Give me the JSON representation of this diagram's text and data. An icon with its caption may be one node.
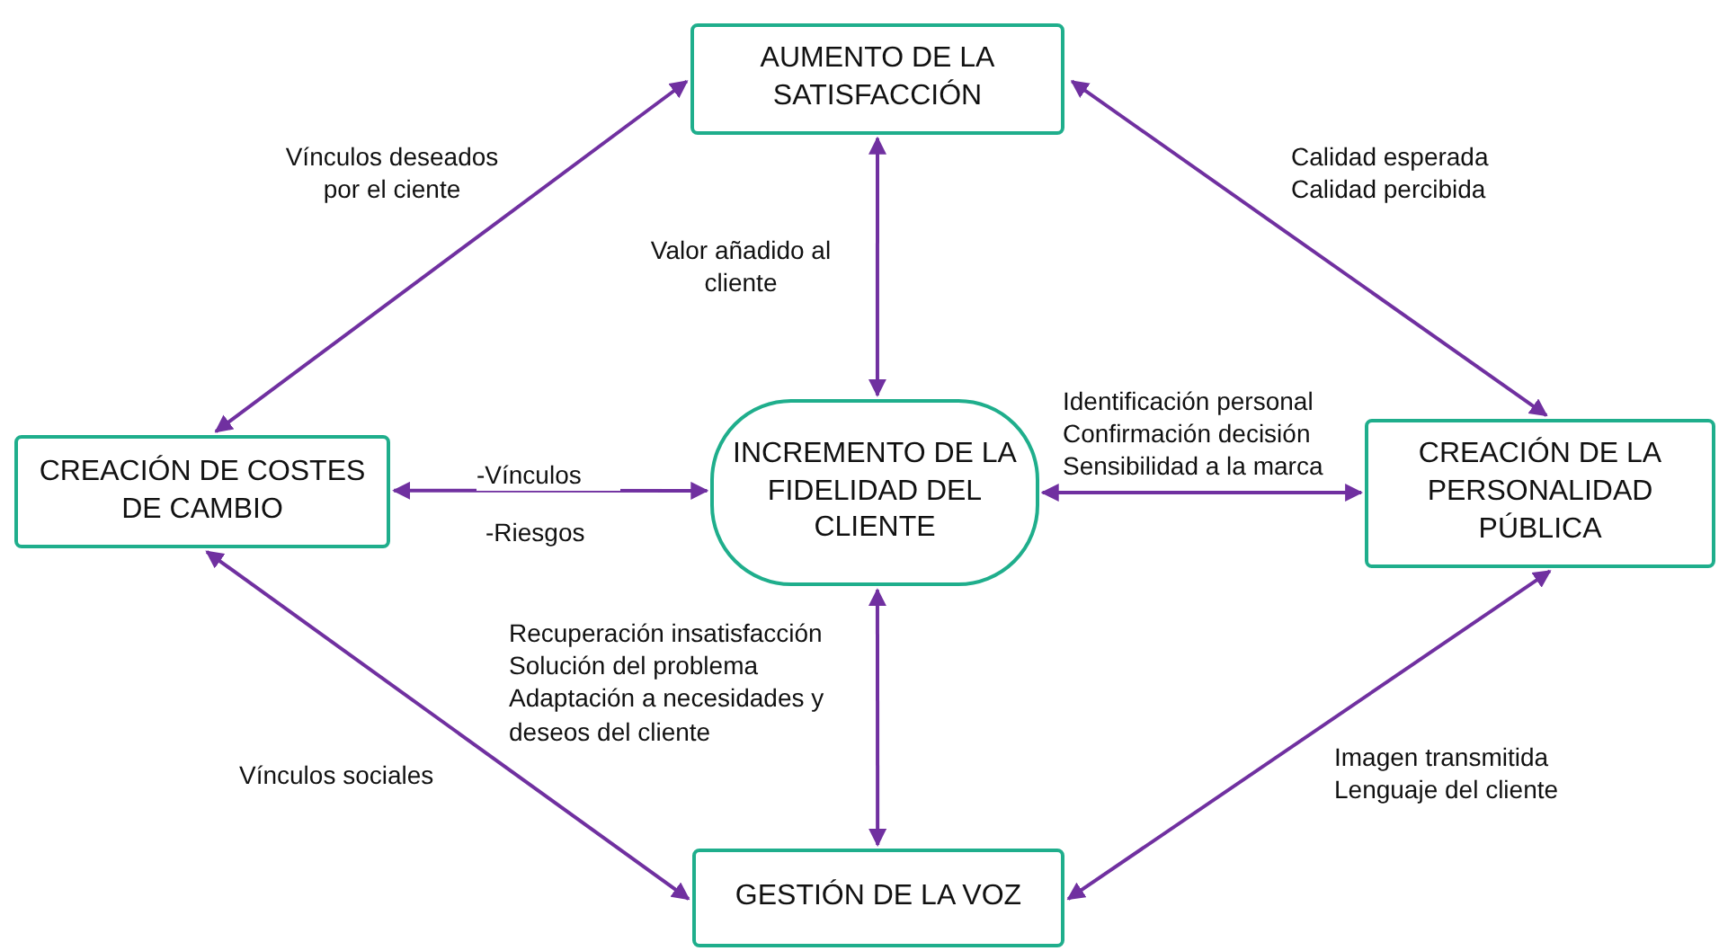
{
  "diagram": {
    "nodes": [
      {
        "text": [
          "AUMENTO DE LA SATISFACCIÓN"
        ]
      },
      {
        "text": [
          "CREACIÓN DE COSTES DE CAMBIO"
        ]
      },
      {
        "text": [
          "INCREMENTO DE LA FIDELIDAD DEL CLIENTE"
        ]
      },
      {
        "text": [
          "CREACIÓN DE LA PERSONALIDAD PÚBLICA"
        ]
      },
      {
        "text": [
          "GESTIÓN DE LA VOZ"
        ]
      }
    ],
    "edges": [
      {
        "from": 0,
        "to": 1,
        "arrow": "both",
        "label": "Vínculos deseados por el ciente"
      },
      {
        "from": 0,
        "to": 2,
        "arrow": "both",
        "label": "Valor añadido al cliente"
      },
      {
        "from": 0,
        "to": 3,
        "arrow": "both",
        "label": "Calidad esperada Calidad percibida"
      },
      {
        "from": 1,
        "to": 2,
        "arrow": "both",
        "label": "-Vínculos"
      },
      {
        "from": 2,
        "to": 3,
        "arrow": "both",
        "label": "Identificación personal Confirmación decisión Sensibilidad a la marca"
      },
      {
        "from": 2,
        "to": 4,
        "arrow": "both",
        "label": "Recuperación insatisfacción Solución del problema Adaptación a necesidades y deseos del cliente"
      },
      {
        "from": 1,
        "to": 4,
        "arrow": "both",
        "label": "Vínculos sociales"
      },
      {
        "from": 3,
        "to": 4,
        "arrow": "both",
        "label": "Imagen transmitida Lenguaje del cliente"
      }
    ],
    "labels": [
      "-Riesgos"
    ]
  }
}
